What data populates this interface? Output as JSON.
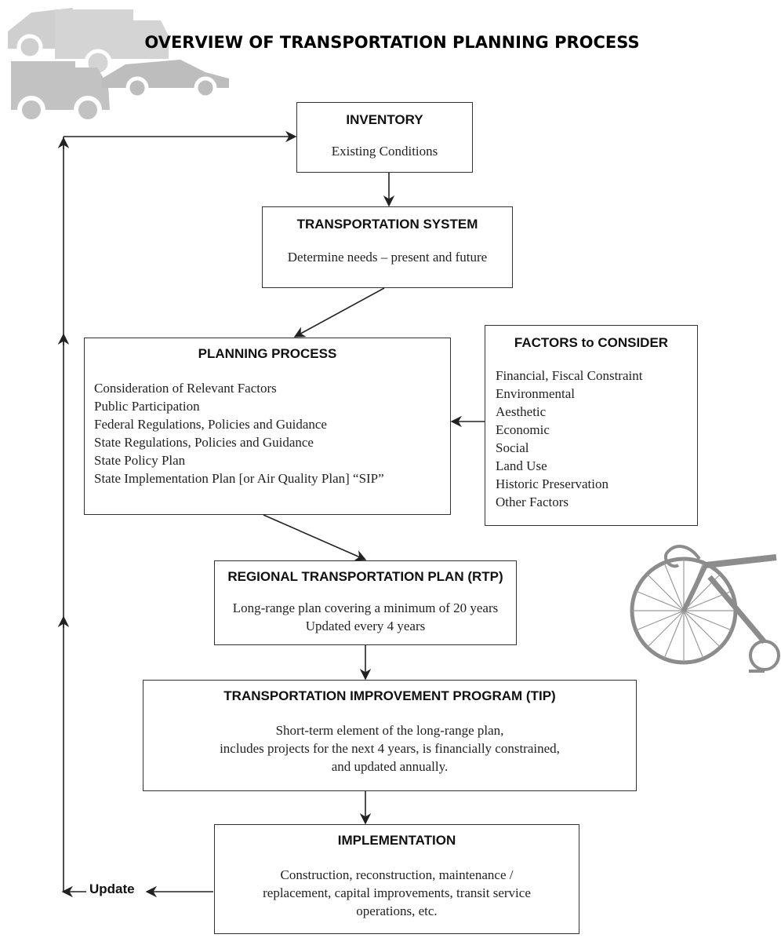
{
  "title": "OVERVIEW OF TRANSPORTATION PLANNING PROCESS",
  "icons": {
    "vehicles": "vehicles-silhouette-icon",
    "bicycle": "bicycle-icon"
  },
  "boxes": {
    "inventory": {
      "heading": "INVENTORY",
      "body": [
        "Existing Conditions"
      ]
    },
    "transportation_system": {
      "heading": "TRANSPORTATION SYSTEM",
      "body": [
        "Determine needs – present and future"
      ]
    },
    "planning_process": {
      "heading": "PLANNING PROCESS",
      "items": [
        "Consideration of Relevant Factors",
        "Public Participation",
        "Federal Regulations, Policies and Guidance",
        "State Regulations, Policies and Guidance",
        "State Policy Plan",
        "State Implementation Plan [or Air Quality Plan] “SIP”"
      ]
    },
    "factors": {
      "heading": "FACTORS to CONSIDER",
      "items": [
        "Financial, Fiscal Constraint",
        "Environmental",
        "Aesthetic",
        "Economic",
        "Social",
        "Land Use",
        "Historic Preservation",
        "Other Factors"
      ]
    },
    "rtp": {
      "heading": "REGIONAL TRANSPORTATION PLAN (RTP)",
      "body": [
        "Long-range plan covering a minimum of 20 years",
        "Updated every 4 years"
      ]
    },
    "tip": {
      "heading": "TRANSPORTATION IMPROVEMENT PROGRAM (TIP)",
      "body": [
        "Short-term element of the long-range plan,",
        "includes projects for the next 4 years, is financially constrained,",
        "and updated annually."
      ]
    },
    "implementation": {
      "heading": "IMPLEMENTATION",
      "body": [
        "Construction, reconstruction, maintenance /",
        "replacement, capital improvements, transit service",
        "operations, etc."
      ]
    }
  },
  "feedback_label": "Update",
  "colors": {
    "line": "#222222",
    "graphic": "#c8c8c8",
    "graphic_dark": "#8c8c8c"
  }
}
